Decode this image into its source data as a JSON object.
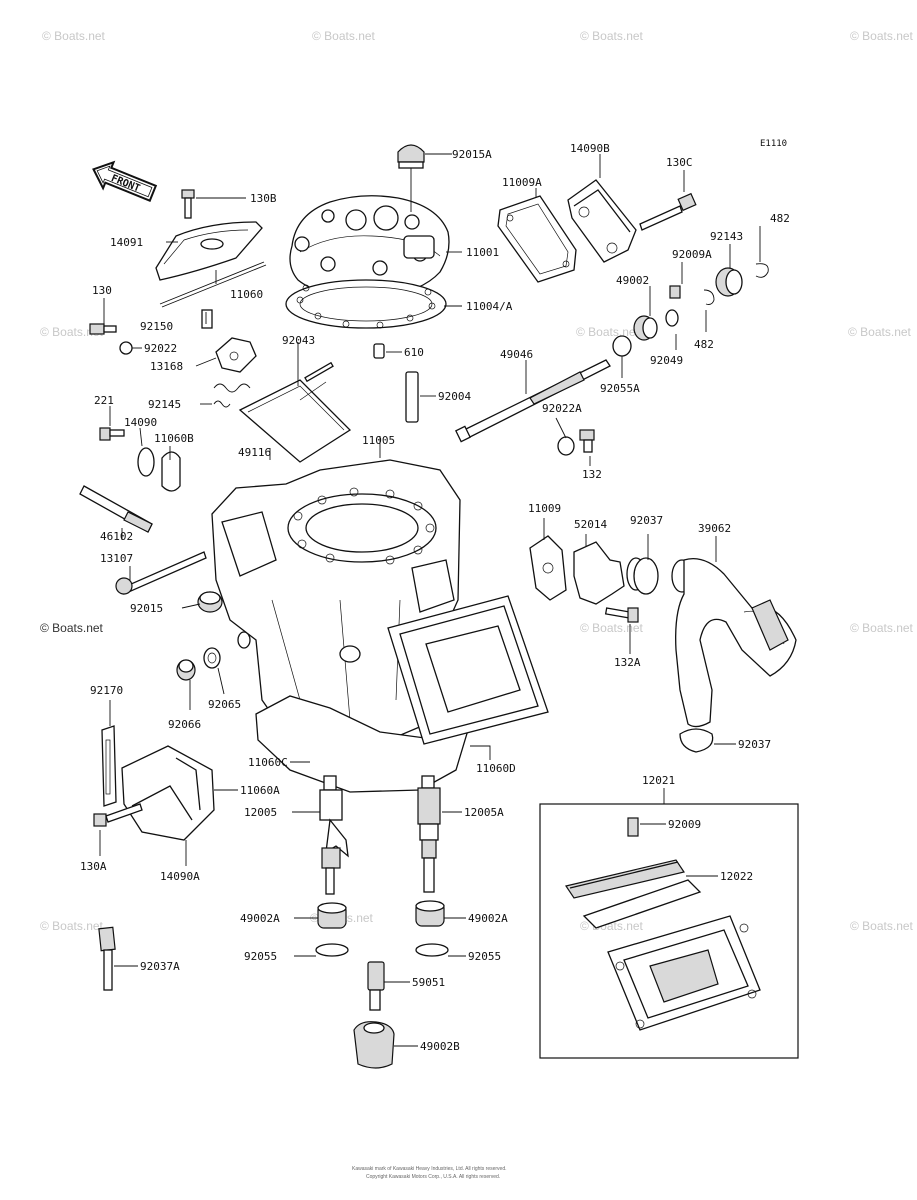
{
  "diagram": {
    "code": "E1110",
    "front_label": "FRONT",
    "labels": {
      "p92015A": "92015A",
      "p14090B": "14090B",
      "p130C": "130C",
      "p11009A": "11009A",
      "p130B": "130B",
      "p14091": "14091",
      "p11060": "11060",
      "p11001": "11001",
      "p11004A": "11004/A",
      "p482a": "482",
      "p92143": "92143",
      "p92009A": "92009A",
      "p49002": "49002",
      "p130": "130",
      "p92150": "92150",
      "p92022": "92022",
      "p13168": "13168",
      "p92043": "92043",
      "p610": "610",
      "p49046": "49046",
      "p482b": "482",
      "p92049": "92049",
      "p92055A": "92055A",
      "p92004": "92004",
      "p92145": "92145",
      "p221": "221",
      "p14090": "14090",
      "p11060B": "11060B",
      "p92022A": "92022A",
      "p11005": "11005",
      "p132": "132",
      "p49116": "49116",
      "p11009": "11009",
      "p52014": "52014",
      "p92037": "92037",
      "p39062": "39062",
      "p46102": "46102",
      "p13107": "13107",
      "p92015": "92015",
      "p132A": "132A",
      "p92170": "92170",
      "p92066": "92066",
      "p92065": "92065",
      "p11060C": "11060C",
      "p11060D": "11060D",
      "p92037b": "92037",
      "p12021": "12021",
      "p11060A": "11060A",
      "p12005": "12005",
      "p12005A": "12005A",
      "p130A": "130A",
      "p14090A": "14090A",
      "p92009": "92009",
      "p12022": "12022",
      "p49002Aa": "49002A",
      "p49002Ab": "49002A",
      "p92055a": "92055",
      "p92055b": "92055",
      "p92037A": "92037A",
      "p59051": "59051",
      "p49002B": "49002B"
    }
  },
  "watermark": "© Boats.net",
  "footer": {
    "line1": "Kawasaki mark of Kawasaki Heavy Industries, Ltd. All rights reserved.",
    "line2": "Copyright Kawasaki Motors Corp., U.S.A. All rights reserved."
  }
}
